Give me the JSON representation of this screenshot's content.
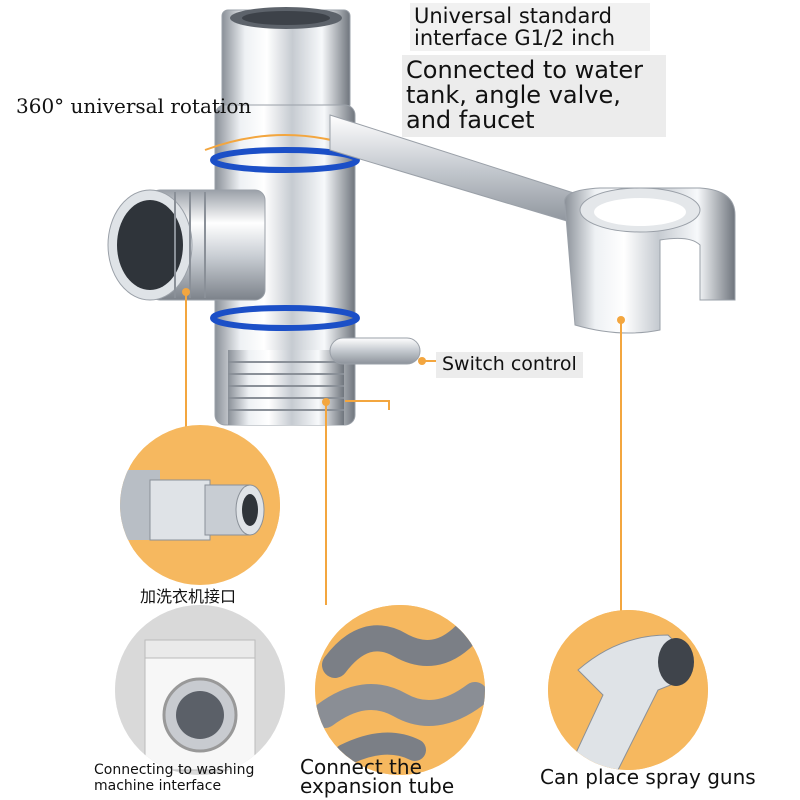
{
  "labels": {
    "interface": [
      "Universal standard",
      "interface G1/2 inch"
    ],
    "connected": [
      "Connected to water",
      "tank, angle valve,",
      "and faucet"
    ],
    "rotation": "360° universal rotation",
    "switch": "Switch control",
    "chinese": "加洗衣机接口",
    "washing": [
      "Connecting to washing",
      "machine interface"
    ],
    "expansion": [
      "Connect the",
      "expansion tube"
    ],
    "spray": "Can place spray guns"
  },
  "colors": {
    "accent": "#f3a63f",
    "circle_fill": "#f6b85f",
    "chrome_light": "#f4f6f8",
    "chrome_dark": "#7a8088",
    "gasket": "#1b4fc7",
    "label_bg": "#f1f1f1"
  }
}
